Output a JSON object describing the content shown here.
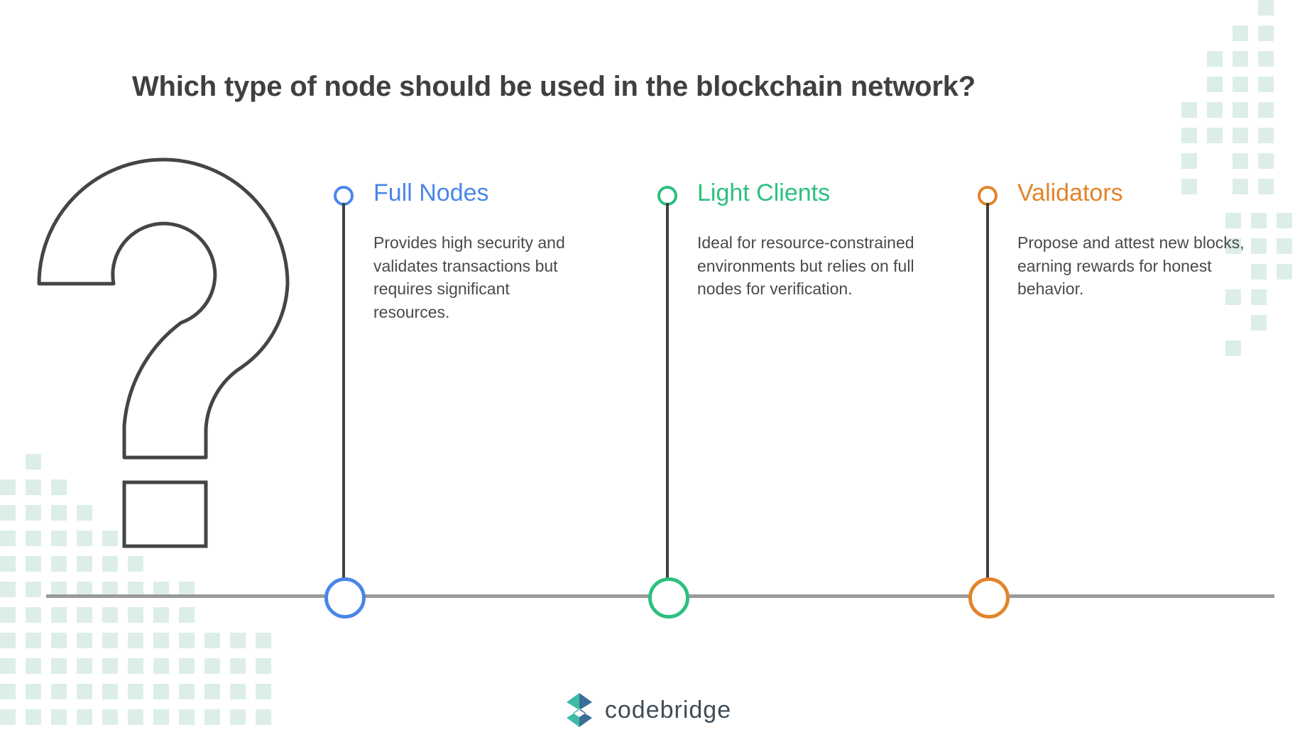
{
  "page": {
    "title": "Which type of node should be used in the blockchain network?",
    "background_color": "#ffffff",
    "title_color": "#3f4040",
    "decor_square_color": "#ddeeea",
    "axis_color": "#9a9a9a",
    "question_mark_icon": "question-mark-outline"
  },
  "timeline": {
    "columns": [
      {
        "id": "full-nodes",
        "label": "Full Nodes",
        "description": "Provides high security and validates transactions but requires significant resources.",
        "color": "#4a86e8",
        "marker_top_icon": "circle-outline-small",
        "marker_bottom_icon": "circle-outline-large"
      },
      {
        "id": "light-clients",
        "label": "Light Clients",
        "description": "Ideal for resource-constrained environments but relies on full nodes for verification.",
        "color": "#2cc07f",
        "marker_top_icon": "circle-outline-small",
        "marker_bottom_icon": "circle-outline-large"
      },
      {
        "id": "validators",
        "label": "Validators",
        "description": "Propose and attest new blocks, earning rewards for honest behavior.",
        "color": "#e2842a",
        "marker_top_icon": "circle-outline-small",
        "marker_bottom_icon": "circle-outline-large"
      }
    ]
  },
  "branding": {
    "name": "codebridge",
    "mark_icon": "codebridge-logo-mark",
    "mark_color_light": "#3dbba4",
    "mark_color_dark": "#3a6e96",
    "text_color": "#3f4d58"
  }
}
